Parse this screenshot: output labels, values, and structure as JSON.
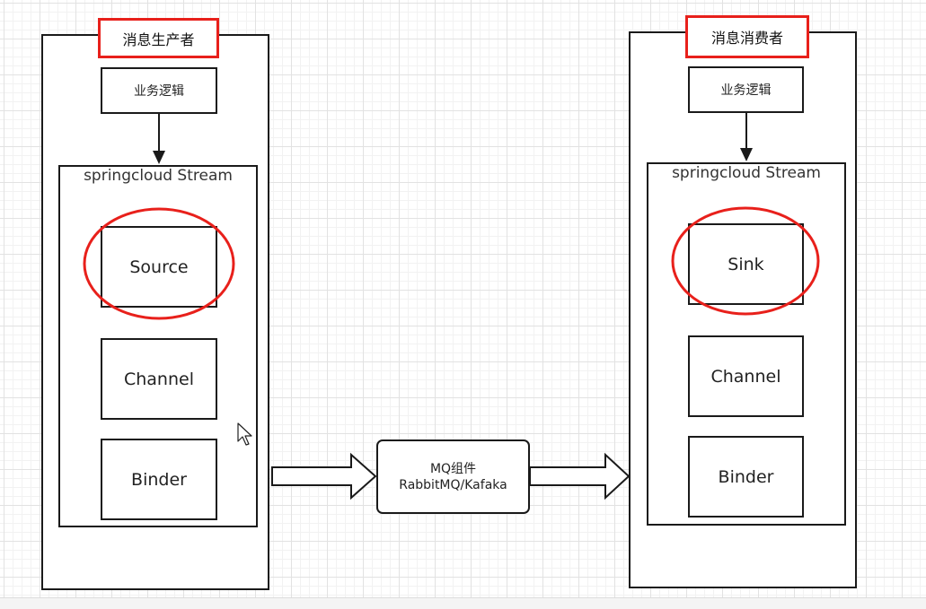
{
  "producer": {
    "title": "消息生产者",
    "business_logic": "业务逻辑",
    "stream_label": "springcloud Stream",
    "components": [
      "Source",
      "Channel",
      "Binder"
    ]
  },
  "consumer": {
    "title": "消息消费者",
    "business_logic": "业务逻辑",
    "stream_label": "springcloud Stream",
    "components": [
      "Sink",
      "Channel",
      "Binder"
    ]
  },
  "mq": {
    "line1": "MQ组件",
    "line2": "RabbitMQ/Kafaka"
  },
  "colors": {
    "highlight": "#e8201b",
    "stroke": "#1a1a1a"
  },
  "icons": [
    "mouse-cursor-icon"
  ]
}
